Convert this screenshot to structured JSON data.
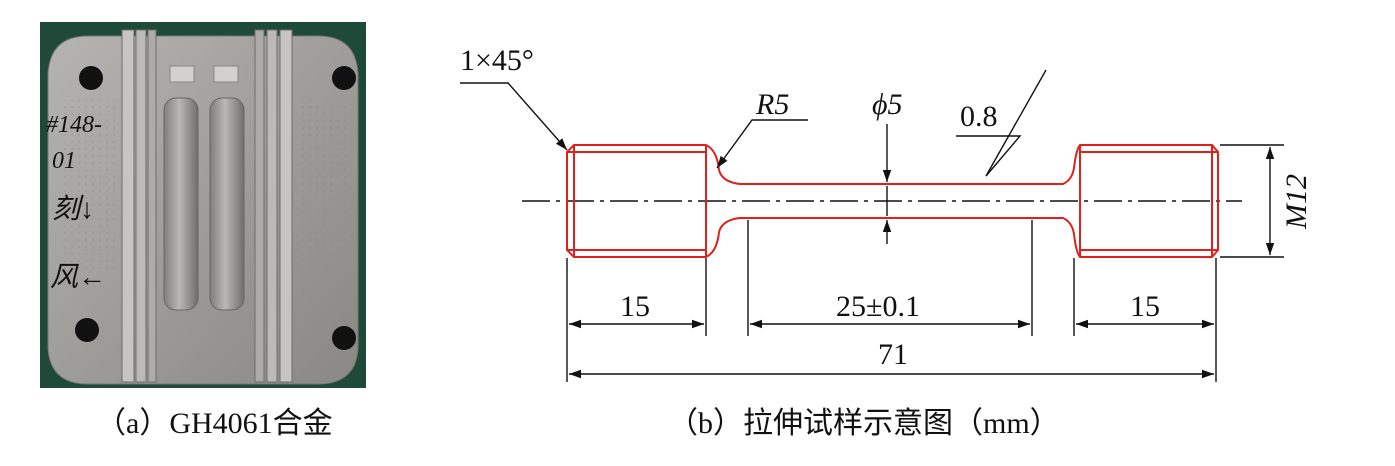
{
  "panel_a": {
    "caption": "（a）GH4061合金",
    "photo_marks": {
      "line1": "#148-",
      "line2": "01",
      "line3": "刻↓",
      "line4": "风←"
    }
  },
  "panel_b": {
    "caption": "（b）拉伸试样示意图（mm）",
    "labels": {
      "chamfer": "1×45°",
      "radius": "R5",
      "diameter": "ϕ5",
      "roughness": "0.8",
      "thread": "M12",
      "left_grip": "15",
      "gauge": "25±0.1",
      "right_grip": "15",
      "total": "71"
    },
    "outline_color": "#e0201a"
  }
}
